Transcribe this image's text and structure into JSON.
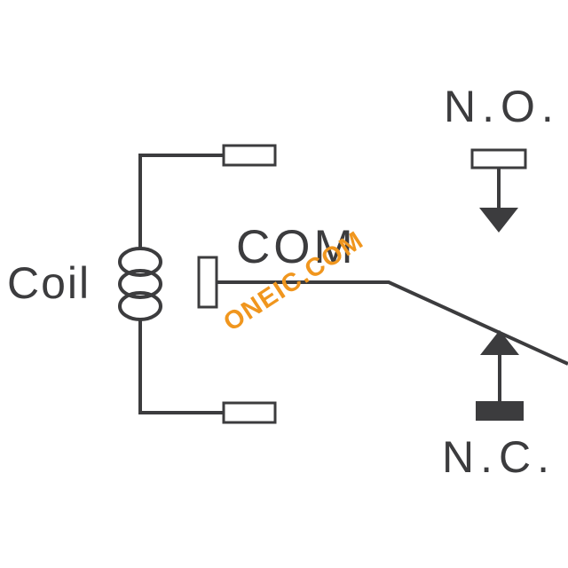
{
  "diagram": {
    "type": "relay-contact-schematic",
    "labels": {
      "coil": "Coil",
      "com": "COM",
      "no": "N.O.",
      "nc": "N.C."
    },
    "watermark": "ONEIC.COM",
    "colors": {
      "line": "#3c3c3e",
      "watermark": "#f0961e",
      "background": "#ffffff"
    }
  }
}
